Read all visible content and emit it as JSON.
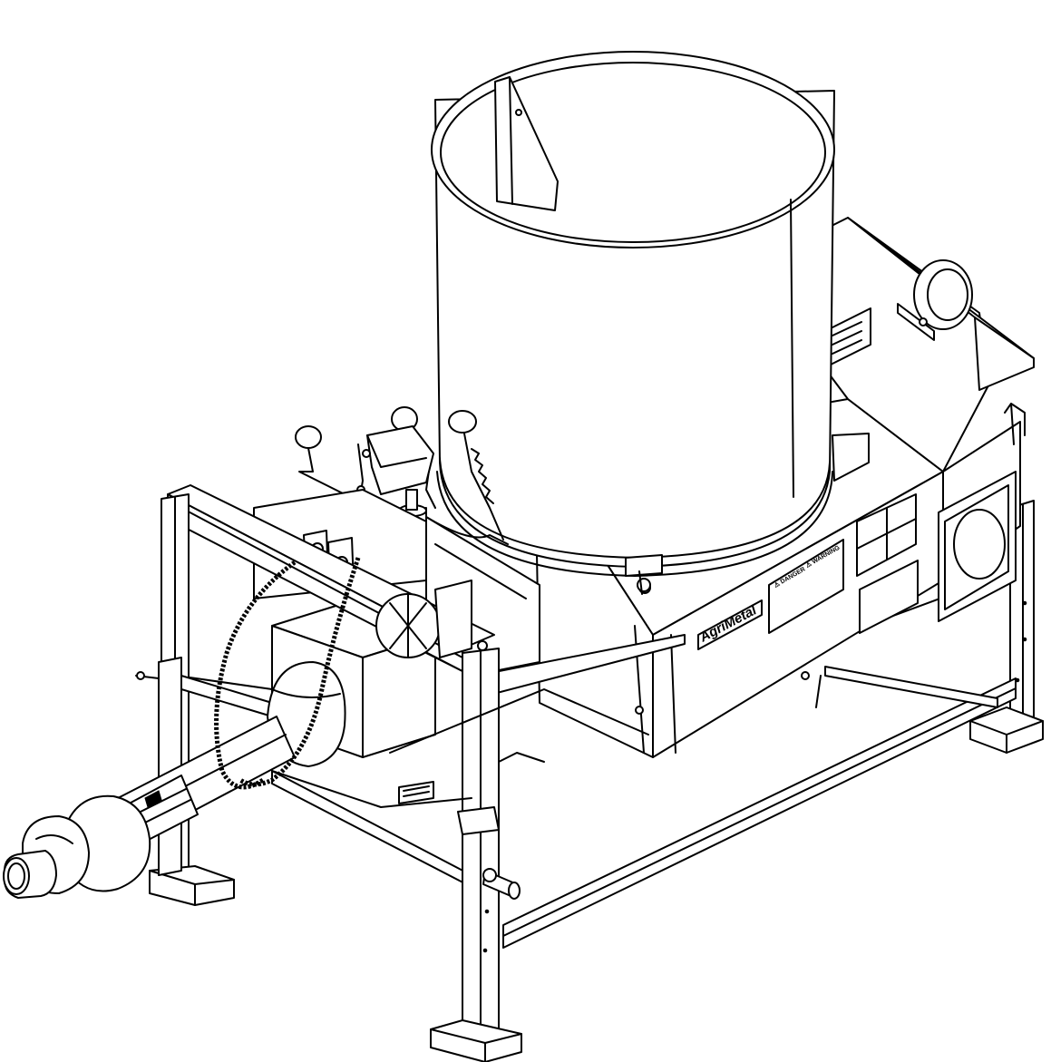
{
  "brand_plate": {
    "text": "AgriMetal"
  },
  "warning_labels": [
    {
      "text": "⚠ DANGER"
    },
    {
      "text": "⚠ WARNING"
    }
  ]
}
